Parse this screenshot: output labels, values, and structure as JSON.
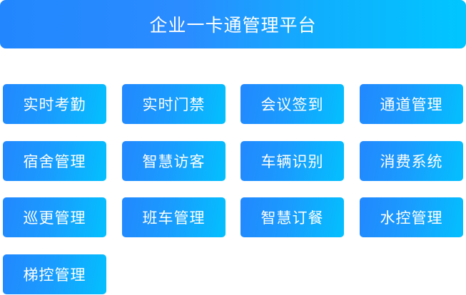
{
  "header": {
    "title": "企业一卡通管理平台"
  },
  "modules": [
    {
      "label": "实时考勤"
    },
    {
      "label": "实时门禁"
    },
    {
      "label": "会议签到"
    },
    {
      "label": "通道管理"
    },
    {
      "label": "宿舍管理"
    },
    {
      "label": "智慧访客"
    },
    {
      "label": "车辆识别"
    },
    {
      "label": "消费系统"
    },
    {
      "label": "巡更管理"
    },
    {
      "label": "班车管理"
    },
    {
      "label": "智慧订餐"
    },
    {
      "label": "水控管理"
    },
    {
      "label": "梯控管理"
    }
  ],
  "colors": {
    "gradient_start": "#2287fe",
    "gradient_end": "#00c6ff",
    "text": "#ffffff"
  }
}
